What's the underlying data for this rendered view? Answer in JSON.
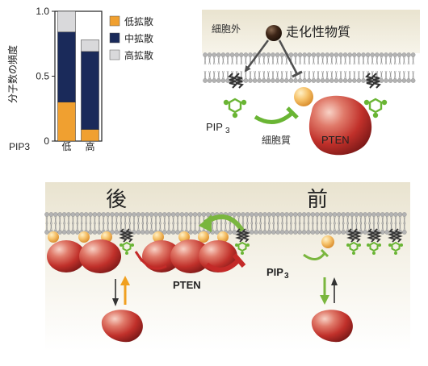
{
  "chart_data": {
    "type": "bar",
    "stacked": true,
    "ylabel": "分子数の頻度",
    "ylim": [
      0,
      1.0
    ],
    "yticks": [
      "0",
      "0.5",
      "1.0"
    ],
    "x_axis_title": "PIP3",
    "categories": [
      "低",
      "高"
    ],
    "series": [
      {
        "name": "低拡散",
        "color": "#f0a030",
        "values": [
          0.3,
          0.09
        ]
      },
      {
        "name": "中拡散",
        "color": "#1a2a5a",
        "values": [
          0.54,
          0.6
        ]
      },
      {
        "name": "高拡散",
        "color": "#d9d9db",
        "values": [
          0.16,
          0.09
        ]
      }
    ],
    "legend_position": "right"
  },
  "top_right": {
    "extracellular_label": "細胞外",
    "chemoattractant_label": "走化性物質",
    "pip3_label": "PIP",
    "pip3_sub": "3",
    "cytoplasm_label": "細胞質",
    "pten_label": "PTEN"
  },
  "bottom": {
    "rear_label": "後",
    "front_label": "前",
    "pten_label": "PTEN",
    "pip3_label": "PIP",
    "pip3_sub": "3"
  },
  "colors": {
    "pten_red": "#c42a28",
    "green": "#6ab534",
    "orange_arrow": "#f0a020",
    "lipid_grey": "#9a9a9a",
    "membrane_band": "#ede7d2"
  }
}
